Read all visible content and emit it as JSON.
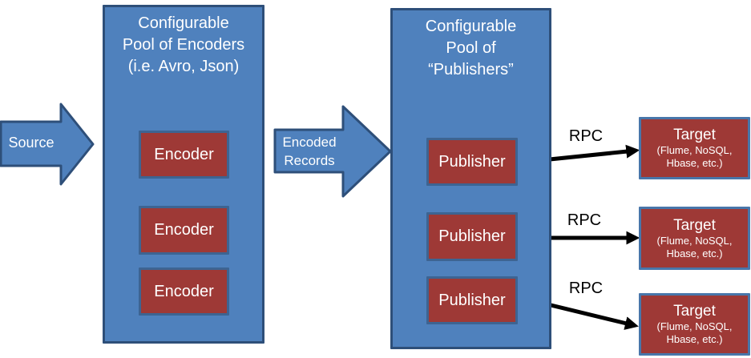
{
  "diagram": {
    "source_arrow": {
      "label": "Source"
    },
    "encoder_pool": {
      "title_lines": [
        "Configurable",
        "Pool of Encoders",
        "(i.e. Avro, Json)"
      ],
      "items": [
        "Encoder",
        "Encoder",
        "Encoder"
      ]
    },
    "encoded_arrow": {
      "label_lines": [
        "Encoded",
        "Records"
      ]
    },
    "publisher_pool": {
      "title_lines": [
        "Configurable",
        "Pool of",
        "“Publishers”"
      ],
      "items": [
        "Publisher",
        "Publisher",
        "Publisher"
      ]
    },
    "connections": [
      {
        "label": "RPC"
      },
      {
        "label": "RPC"
      },
      {
        "label": "RPC"
      }
    ],
    "targets": [
      {
        "title": "Target",
        "subtitle": "(Flume, NoSQL, Hbase, etc.)"
      },
      {
        "title": "Target",
        "subtitle": "(Flume, NoSQL, Hbase, etc.)"
      },
      {
        "title": "Target",
        "subtitle": "(Flume, NoSQL, Hbase, etc.)"
      }
    ],
    "colors": {
      "pool_fill": "#4F81BD",
      "pool_border": "#2E4F79",
      "unit_fill": "#9E3936",
      "unit_border": "#3D6492",
      "target_border": "#4876AA",
      "connector": "#000000",
      "text_light": "#FFFFFF",
      "text_dark": "#000000"
    }
  }
}
